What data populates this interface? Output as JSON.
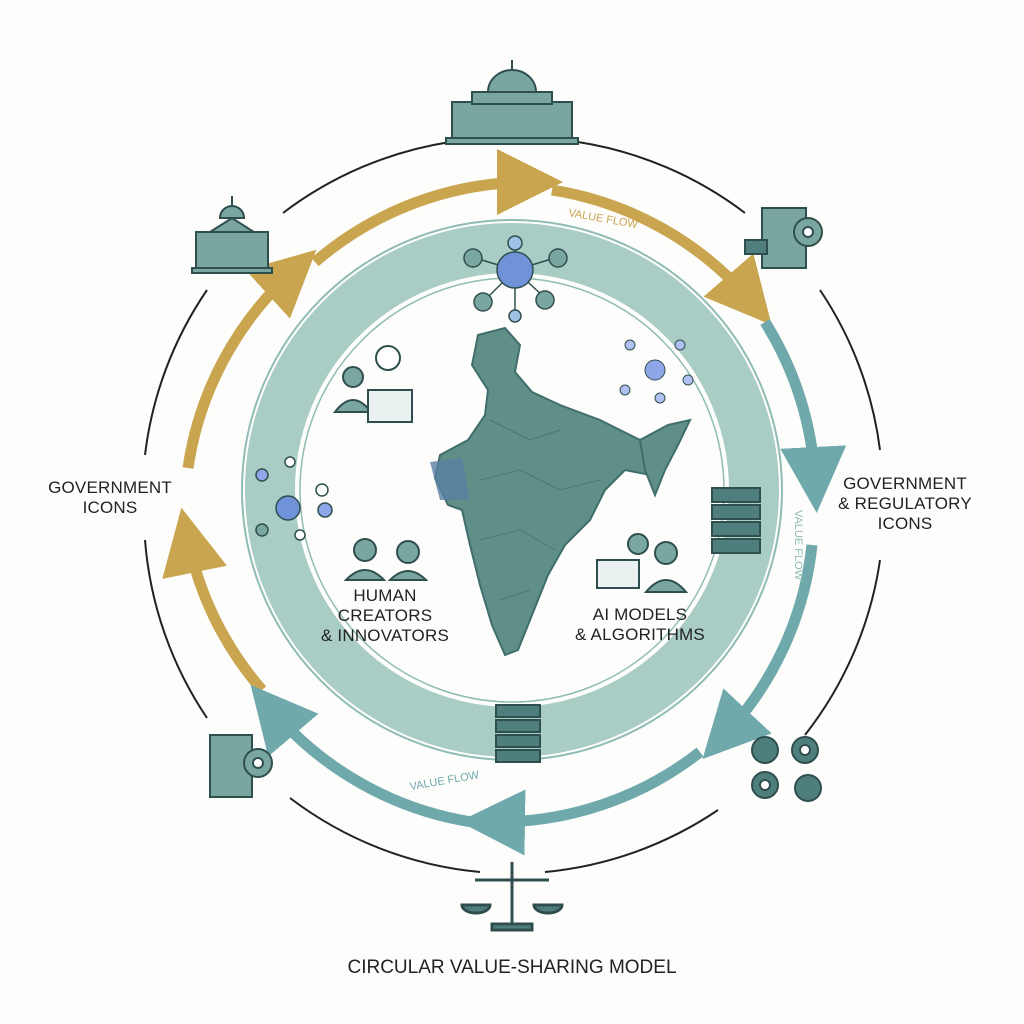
{
  "title": "CIRCULAR VALUE-SHARING MODEL",
  "labels": {
    "left": [
      "GOVERNMENT",
      "ICONS"
    ],
    "right": [
      "GOVERNMENT",
      "& REGULATORY",
      "ICONS"
    ],
    "creators": [
      "HUMAN",
      "CREATORS",
      "& INNOVATORS"
    ],
    "ai": [
      "AI MODELS",
      "& ALGORITHMS"
    ],
    "flow_top": "VALUE FLOW",
    "flow_right": "VALUE FLOW",
    "flow_bottom": "VALUE FLOW"
  },
  "colors": {
    "gold": "#c9a54f",
    "teal": "#6fa9ab",
    "ring": "#a9cdc5",
    "dark": "#3f6e6c",
    "map": "#5f8f87"
  }
}
